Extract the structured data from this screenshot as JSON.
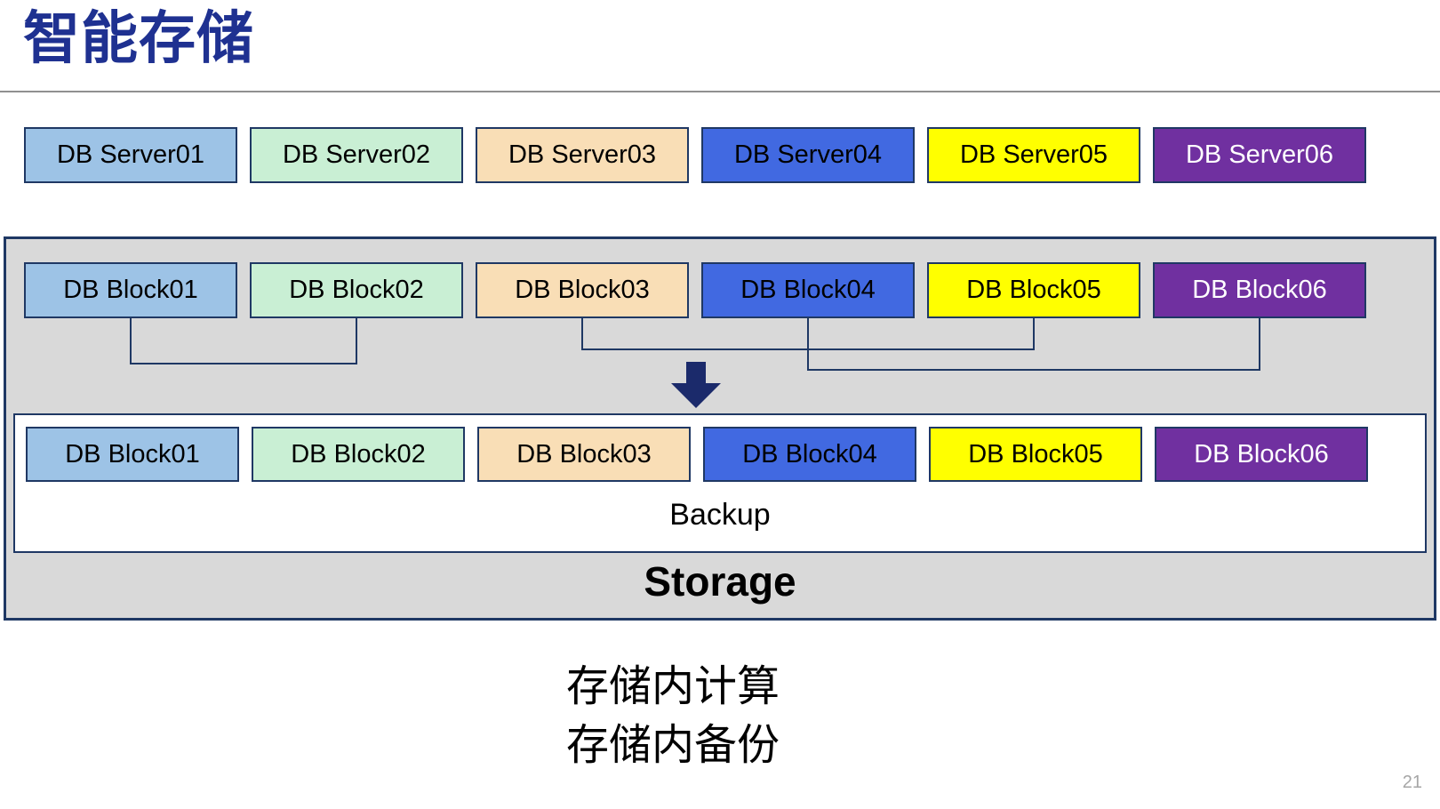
{
  "slide": {
    "title": "智能存储",
    "caption_line1": "存储内计算",
    "caption_line2": "存储内备份",
    "page_number": "21"
  },
  "colors": {
    "title": "#1F3191",
    "border": "#1F3864",
    "arrow": "#1B2A6B",
    "storage_bg": "#D9D9D9",
    "rule": "#909090",
    "pagenum": "#A6A6A6"
  },
  "servers": [
    {
      "label": "DB Server01",
      "bg": "#9DC3E6",
      "fg": "#000000"
    },
    {
      "label": "DB Server02",
      "bg": "#C9EFD4",
      "fg": "#000000"
    },
    {
      "label": "DB Server03",
      "bg": "#F9DEB6",
      "fg": "#000000"
    },
    {
      "label": "DB Server04",
      "bg": "#4169E1",
      "fg": "#000000"
    },
    {
      "label": "DB Server05",
      "bg": "#FFFF00",
      "fg": "#000000"
    },
    {
      "label": "DB Server06",
      "bg": "#7030A0",
      "fg": "#FFFFFF"
    }
  ],
  "blocks_top": [
    {
      "label": "DB Block01",
      "bg": "#9DC3E6",
      "fg": "#000000"
    },
    {
      "label": "DB Block02",
      "bg": "#C9EFD4",
      "fg": "#000000"
    },
    {
      "label": "DB Block03",
      "bg": "#F9DEB6",
      "fg": "#000000"
    },
    {
      "label": "DB Block04",
      "bg": "#4169E1",
      "fg": "#000000"
    },
    {
      "label": "DB Block05",
      "bg": "#FFFF00",
      "fg": "#000000"
    },
    {
      "label": "DB Block06",
      "bg": "#7030A0",
      "fg": "#FFFFFF"
    }
  ],
  "blocks_bottom": [
    {
      "label": "DB Block01",
      "bg": "#9DC3E6",
      "fg": "#000000"
    },
    {
      "label": "DB Block02",
      "bg": "#C9EFD4",
      "fg": "#000000"
    },
    {
      "label": "DB Block03",
      "bg": "#F9DEB6",
      "fg": "#000000"
    },
    {
      "label": "DB Block04",
      "bg": "#4169E1",
      "fg": "#000000"
    },
    {
      "label": "DB Block05",
      "bg": "#FFFF00",
      "fg": "#000000"
    },
    {
      "label": "DB Block06",
      "bg": "#7030A0",
      "fg": "#FFFFFF"
    }
  ],
  "storage": {
    "label": "Storage",
    "backup_label": "Backup"
  }
}
